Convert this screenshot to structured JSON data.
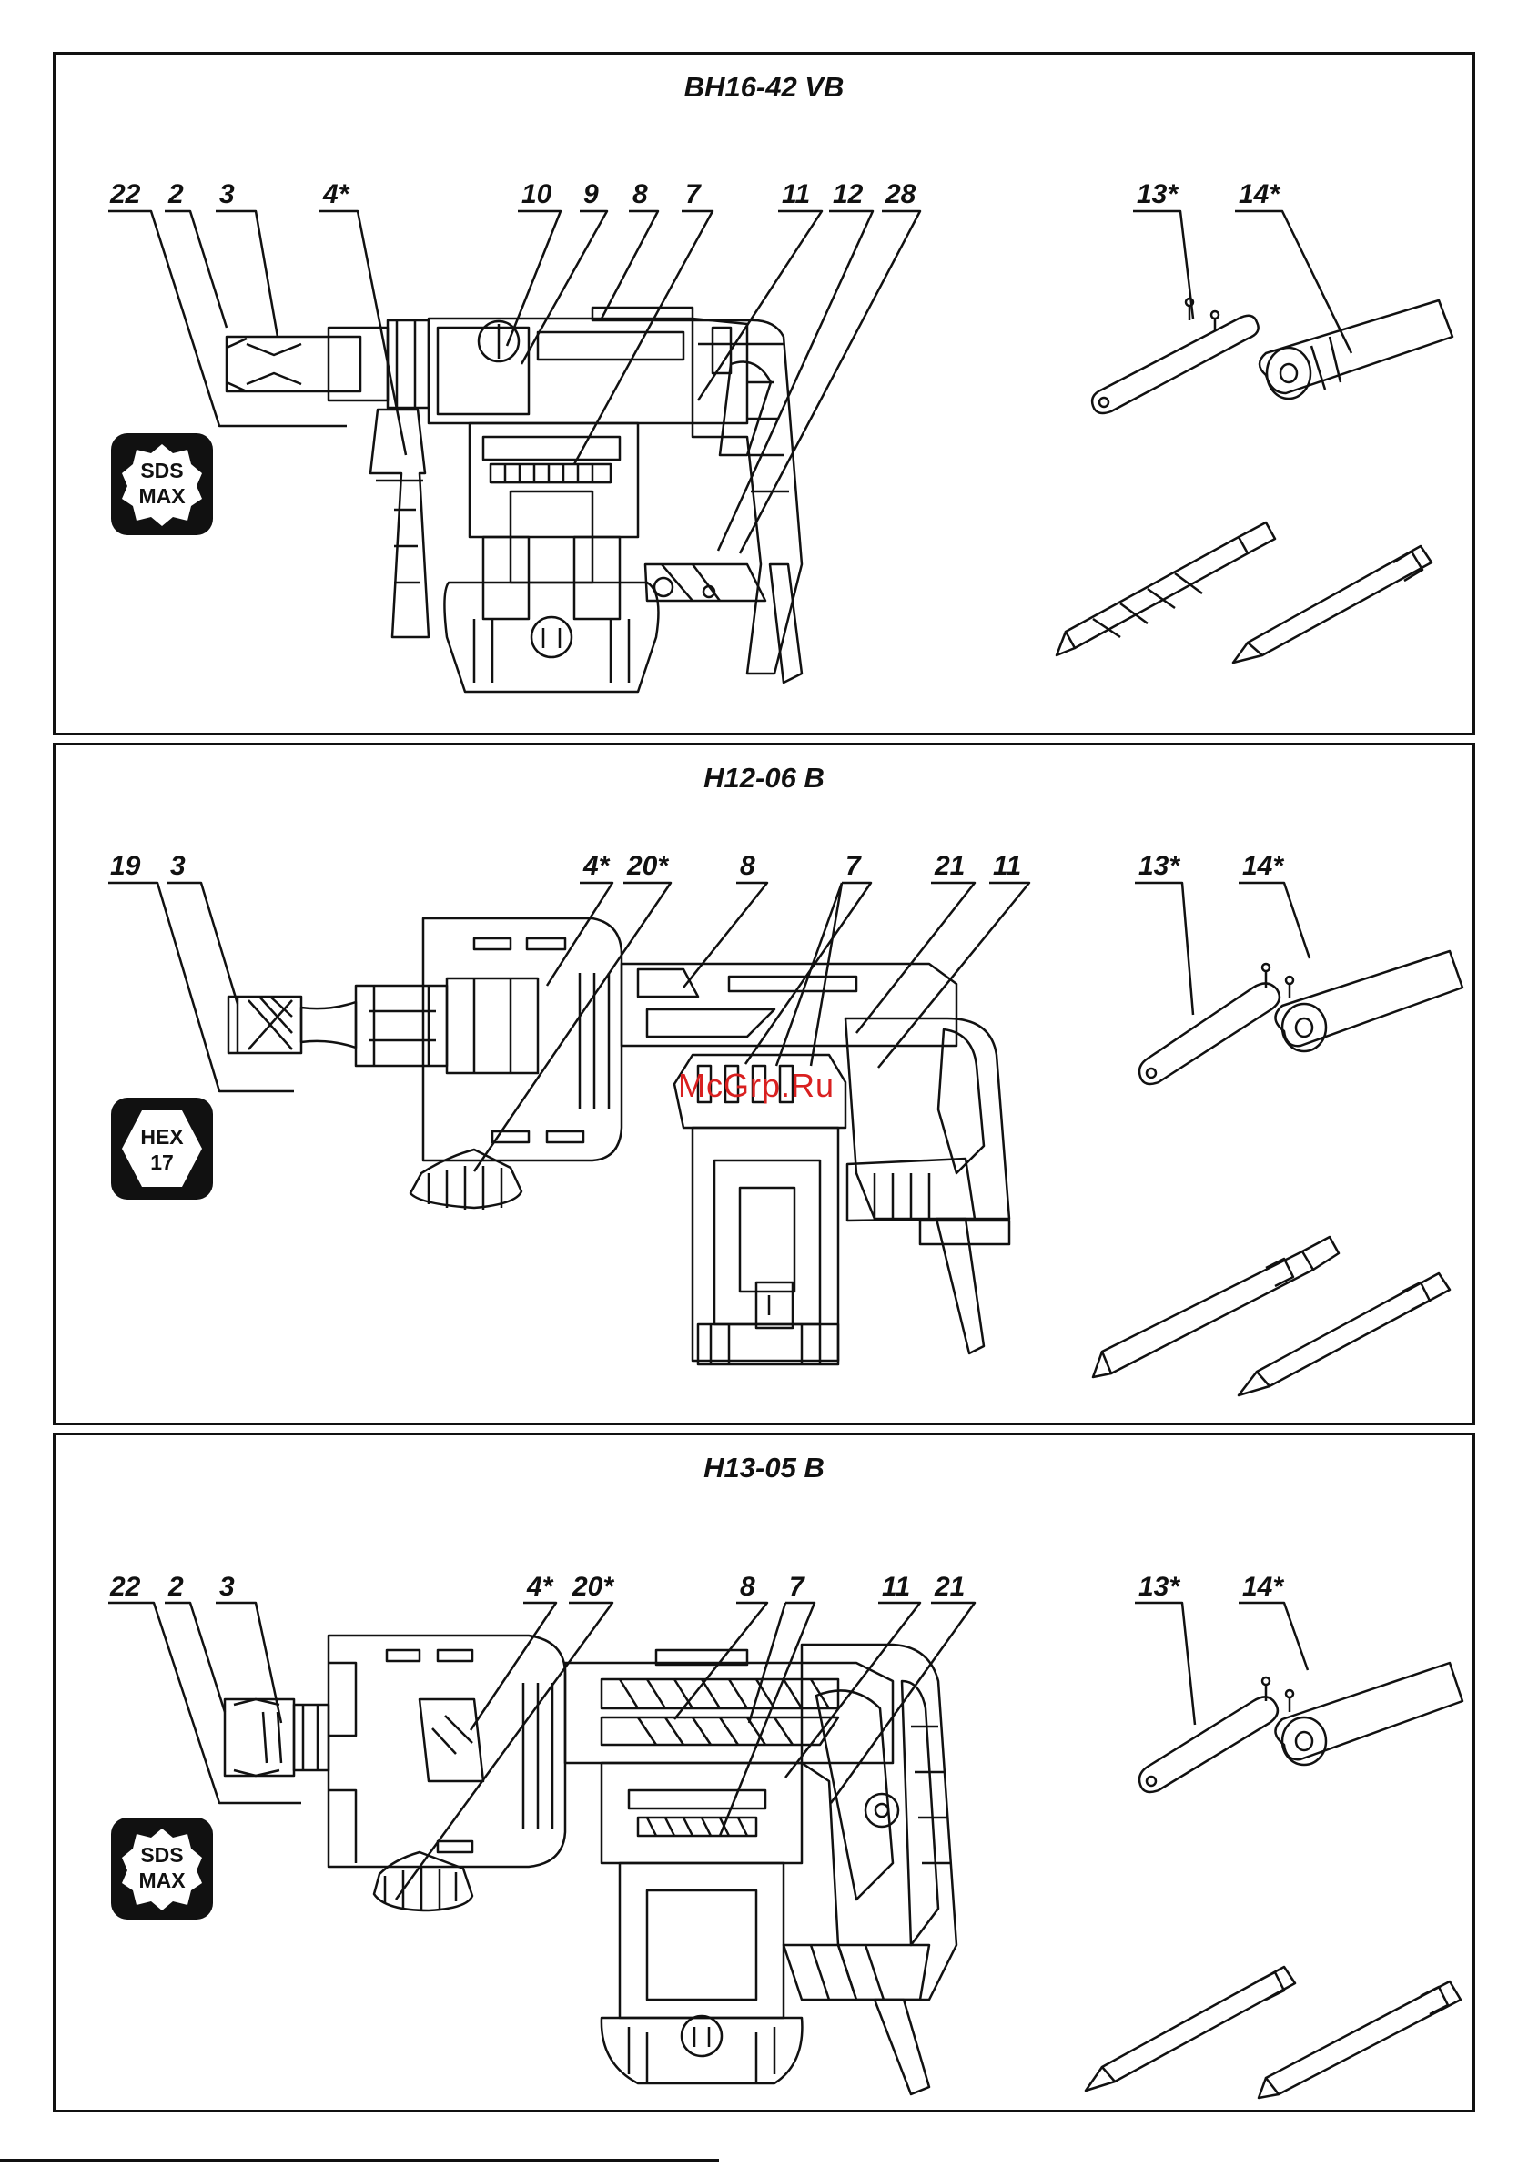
{
  "panels": [
    {
      "title": "BH16-42 VB",
      "badge": [
        "SDS",
        "MAX"
      ],
      "labels": [
        "22",
        "2",
        "3",
        "4*",
        "10",
        "9",
        "8",
        "7",
        "11",
        "12",
        "28",
        "13*",
        "14*"
      ]
    },
    {
      "title": "H12-06 B",
      "badge": [
        "HEX",
        "17"
      ],
      "labels": [
        "19",
        "3",
        "4*",
        "20*",
        "8",
        "7",
        "21",
        "11",
        "13*",
        "14*"
      ]
    },
    {
      "title": "H13-05 B",
      "badge": [
        "SDS",
        "MAX"
      ],
      "labels": [
        "22",
        "2",
        "3",
        "4*",
        "20*",
        "8",
        "7",
        "11",
        "21",
        "13*",
        "14*"
      ]
    }
  ],
  "watermark": "McGrp.Ru"
}
